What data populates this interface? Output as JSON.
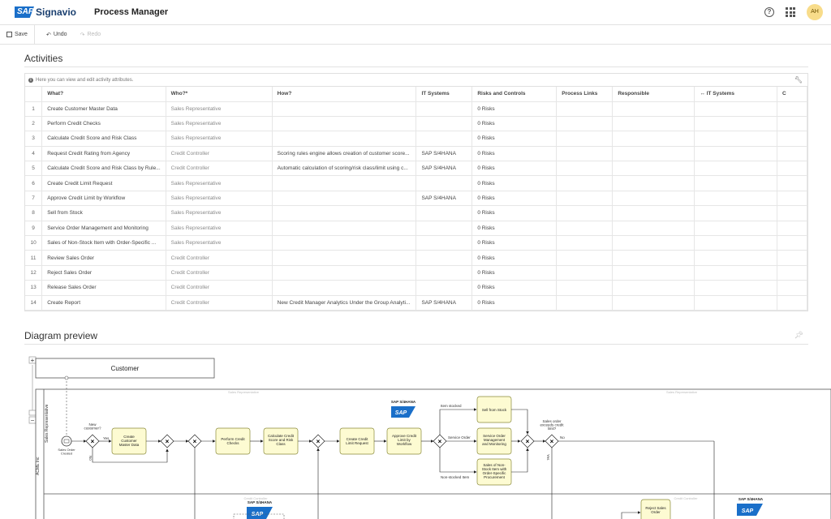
{
  "header": {
    "logo_sap": "SAP",
    "logo_name": "Signavio",
    "app_title": "Process Manager",
    "avatar_initials": "AH"
  },
  "toolbar": {
    "save": "Save",
    "undo": "Undo",
    "redo": "Redo"
  },
  "activities": {
    "title": "Activities",
    "info": "Here you can view and edit activity attributes.",
    "columns": [
      "",
      "What?",
      "Who?*",
      "How?",
      "IT Systems",
      "Risks and Controls",
      "Process Links",
      "Responsible",
      "↔ IT Systems",
      "C"
    ],
    "rows": [
      {
        "n": "1",
        "what": "Create Customer Master Data",
        "who": "Sales Representative",
        "how": "",
        "it": "",
        "risks": "0 Risks"
      },
      {
        "n": "2",
        "what": "Perform Credit Checks",
        "who": "Sales Representative",
        "how": "",
        "it": "",
        "risks": "0 Risks"
      },
      {
        "n": "3",
        "what": "Calculate Credit Score and Risk Class",
        "who": "Sales Representative",
        "how": "",
        "it": "",
        "risks": "0 Risks"
      },
      {
        "n": "4",
        "what": "Request Credit Rating from Agency",
        "who": "Credit Controller",
        "how": "Scoring rules engine allows creation of customer score...",
        "it": "SAP S/4HANA",
        "risks": "0 Risks"
      },
      {
        "n": "5",
        "what": "Calculate Credit Score and Risk Class by Rule...",
        "who": "Credit Controller",
        "how": "Automatic calculation of scoring/risk class/limit using c...",
        "it": "SAP S/4HANA",
        "risks": "0 Risks"
      },
      {
        "n": "6",
        "what": "Create Credit Limit Request",
        "who": "Sales Representative",
        "how": "",
        "it": "",
        "risks": "0 Risks"
      },
      {
        "n": "7",
        "what": "Approve Credit Limit by Workflow",
        "who": "Sales Representative",
        "how": "",
        "it": "SAP S/4HANA",
        "risks": "0 Risks"
      },
      {
        "n": "8",
        "what": "Sell from Stock",
        "who": "Sales Representative",
        "how": "",
        "it": "",
        "risks": "0 Risks"
      },
      {
        "n": "9",
        "what": "Service Order Management and Monitoring",
        "who": "Sales Representative",
        "how": "",
        "it": "",
        "risks": "0 Risks"
      },
      {
        "n": "10",
        "what": "Sales of Non-Stock Item with Order-Specific ...",
        "who": "Sales Representative",
        "how": "",
        "it": "",
        "risks": "0 Risks"
      },
      {
        "n": "11",
        "what": "Review Sales Order",
        "who": "Credit Controller",
        "how": "",
        "it": "",
        "risks": "0 Risks"
      },
      {
        "n": "12",
        "what": "Reject Sales Order",
        "who": "Credit Controller",
        "how": "",
        "it": "",
        "risks": "0 Risks"
      },
      {
        "n": "13",
        "what": "Release Sales Order",
        "who": "Credit Controller",
        "how": "",
        "it": "",
        "risks": "0 Risks"
      },
      {
        "n": "14",
        "what": "Create Report",
        "who": "Credit Controller",
        "how": "New Credit Manager Analytics Under the Group Analyti...",
        "it": "SAP S/4HANA",
        "risks": "0 Risks"
      }
    ]
  },
  "diagram": {
    "title": "Diagram preview",
    "pool_customer": "Customer",
    "pool_main": "ACME Inc",
    "lane_sales": "Sales Representative",
    "lane_credit": "Credit Controller",
    "start_event": "Sales Order Created",
    "gw_new_customer": "New customer?",
    "yes": "Yes",
    "no": "No",
    "t_create_customer": "Create Customer Master Data",
    "t_perform_checks": "Perform Credit Checks",
    "t_calc_score": "Calculate Credit Score and Risk Class",
    "t_credit_limit_req": "Create Credit Limit Request",
    "t_approve": "Approve Credit Limit by Workflow",
    "t_sell_stock": "Sell from Stock",
    "t_service_order": "Service Order Management and Monitoring",
    "t_non_stock": "Sales of Non-Stock Item with Order-Specific Procurement",
    "t_reject": "Reject Sales Order",
    "item_stocked": "Item stocked",
    "service_order": "Service Order",
    "non_stocked": "Non-stocked Item",
    "exceeds": "Sales order exceeds credit limit?",
    "sap_system": "SAP S/4HANA",
    "sap_logo": "SAP"
  },
  "colors": {
    "task_fill": "#fdfbd2",
    "task_stroke": "#8a8a3a",
    "sap_blue": "#1a6fc9"
  }
}
